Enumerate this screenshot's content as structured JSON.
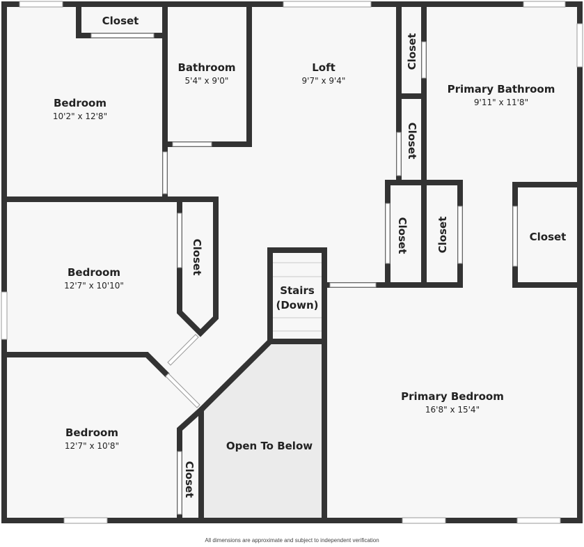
{
  "rooms": {
    "closet_top": {
      "name": "Closet"
    },
    "bathroom": {
      "name": "Bathroom",
      "dims": "5'4\" x 9'0\""
    },
    "loft": {
      "name": "Loft",
      "dims": "9'7\" x 9'4\""
    },
    "primary_bathroom": {
      "name": "Primary Bathroom",
      "dims": "9'11\" x 11'8\""
    },
    "bedroom_1": {
      "name": "Bedroom",
      "dims": "10'2\" x 12'8\""
    },
    "bedroom_2": {
      "name": "Bedroom",
      "dims": "12'7\" x 10'10\""
    },
    "bedroom_3": {
      "name": "Bedroom",
      "dims": "12'7\" x 10'8\""
    },
    "primary_bedroom": {
      "name": "Primary Bedroom",
      "dims": "16'8\" x 15'4\""
    },
    "closet_primary": {
      "name": "Closet"
    },
    "closet_a": {
      "name": "Closet"
    },
    "closet_b": {
      "name": "Closet"
    },
    "closet_c": {
      "name": "Closet"
    },
    "closet_d": {
      "name": "Closet"
    },
    "closet_bed2": {
      "name": "Closet"
    },
    "closet_bed3": {
      "name": "Closet"
    },
    "open_below": {
      "name": "Open To Below"
    },
    "stairs": {
      "line1": "Stairs",
      "line2": "(Down)"
    }
  },
  "footer": "All dimensions are approximate and subject to independent verification"
}
